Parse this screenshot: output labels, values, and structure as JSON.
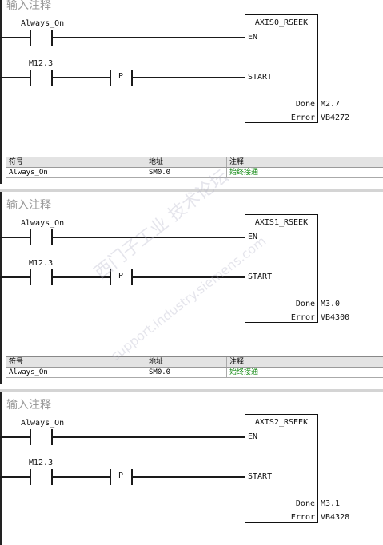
{
  "networks": [
    {
      "comment": "输入注释",
      "contact1_label": "Always_On",
      "contact2_label": "M12.3",
      "edge_label": "P",
      "block_title": "AXIS0_RSEEK",
      "pin_en": "EN",
      "pin_start": "START",
      "pin_done": "Done",
      "pin_error": "Error",
      "done_value": "M2.7",
      "error_value": "VB4272",
      "symbol_table": {
        "headers": [
          "符号",
          "地址",
          "注释"
        ],
        "rows": [
          [
            "Always_On",
            "SM0.0",
            "始终接通"
          ]
        ]
      }
    },
    {
      "comment": "输入注释",
      "contact1_label": "Always_On",
      "contact2_label": "M12.3",
      "edge_label": "P",
      "block_title": "AXIS1_RSEEK",
      "pin_en": "EN",
      "pin_start": "START",
      "pin_done": "Done",
      "pin_error": "Error",
      "done_value": "M3.0",
      "error_value": "VB4300",
      "symbol_table": {
        "headers": [
          "符号",
          "地址",
          "注释"
        ],
        "rows": [
          [
            "Always_On",
            "SM0.0",
            "始终接通"
          ]
        ]
      }
    },
    {
      "comment": "输入注释",
      "contact1_label": "Always_On",
      "contact2_label": "M12.3",
      "edge_label": "P",
      "block_title": "AXIS2_RSEEK",
      "pin_en": "EN",
      "pin_start": "START",
      "pin_done": "Done",
      "pin_error": "Error",
      "done_value": "M3.1",
      "error_value": "VB4328"
    }
  ],
  "watermark": {
    "line1": "西门子工业 技术论坛",
    "line2": "support.industry.siemens.com"
  },
  "colors": {
    "comment_text": "#9a9a9a",
    "symbol_comment": "#138a13",
    "table_header_bg": "#e3e3e3"
  }
}
